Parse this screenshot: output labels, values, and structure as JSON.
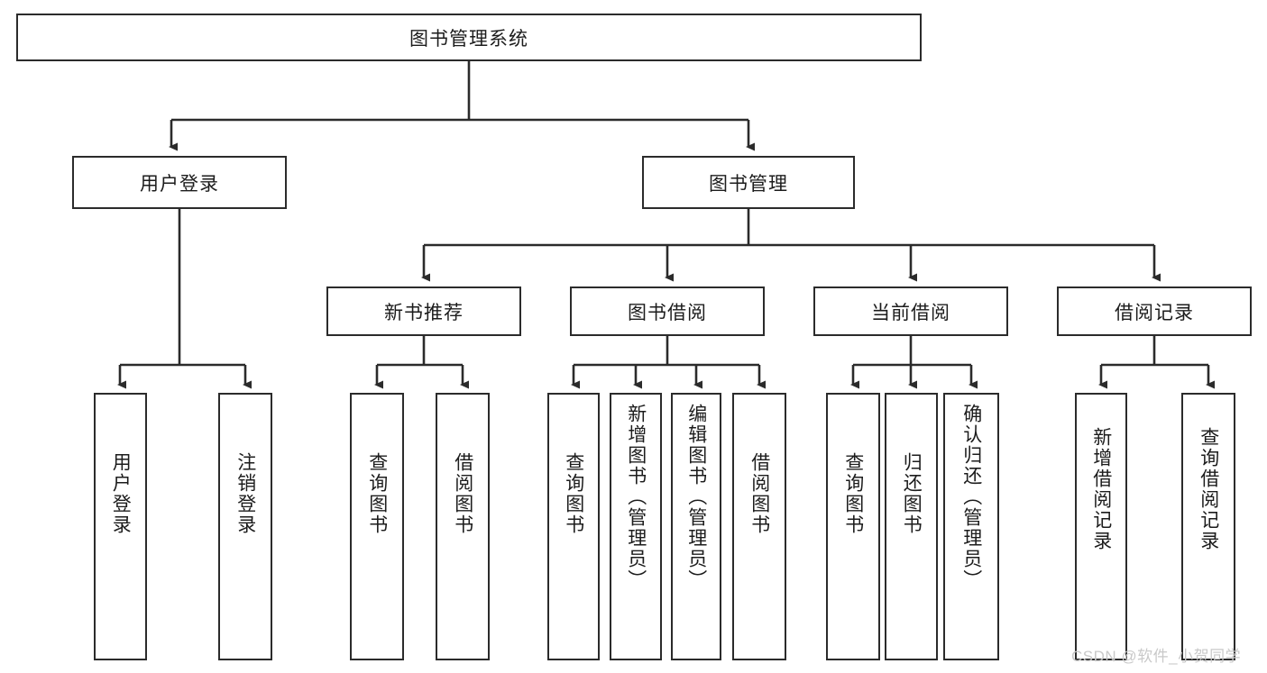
{
  "diagram": {
    "title": "图书管理系统",
    "type": "hierarchy-tree",
    "root": {
      "label": "图书管理系统"
    },
    "level2": [
      {
        "label": "用户登录"
      },
      {
        "label": "图书管理"
      }
    ],
    "level3": [
      {
        "label": "新书推荐"
      },
      {
        "label": "图书借阅"
      },
      {
        "label": "当前借阅"
      },
      {
        "label": "借阅记录"
      }
    ],
    "leaves": {
      "user_login": [
        {
          "label": "用户登录"
        },
        {
          "label": "注销登录"
        }
      ],
      "new_book_recommend": [
        {
          "label": "查询图书"
        },
        {
          "label": "借阅图书"
        }
      ],
      "book_borrow": [
        {
          "label": "查询图书"
        },
        {
          "label": "新增图书（管理员）"
        },
        {
          "label": "编辑图书（管理员）"
        },
        {
          "label": "借阅图书"
        }
      ],
      "current_borrow": [
        {
          "label": "查询图书"
        },
        {
          "label": "归还图书"
        },
        {
          "label": "确认归还（管理员）"
        }
      ],
      "borrow_records": [
        {
          "label": "新增借阅记录"
        },
        {
          "label": "查询借阅记录"
        }
      ]
    }
  },
  "watermark": {
    "text": "CSDN @软件_小贺同学"
  },
  "colors": {
    "border": "#2b2b2b",
    "background": "#ffffff",
    "text": "#1c1c1c",
    "watermark": "#c9c9c9"
  }
}
